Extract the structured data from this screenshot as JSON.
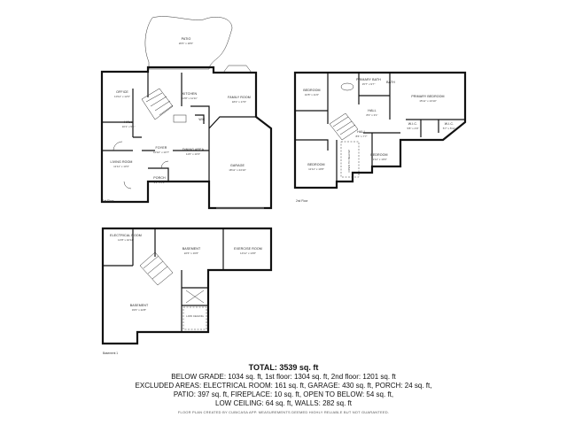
{
  "floors": {
    "first": "1st Floor",
    "second": "2nd Floor",
    "basement": "Basement 1"
  },
  "rooms": {
    "patio": {
      "name": "PATIO",
      "dim": "26'6\" x 18'0\""
    },
    "office": {
      "name": "OFFICE",
      "dim": "10'11\" x 12'6\""
    },
    "kitchen": {
      "name": "KITCHEN",
      "dim": "13'8\" x 11'11\""
    },
    "family_room": {
      "name": "FAMILY ROOM",
      "dim": "18'2\" x 17'0\""
    },
    "hall1": {
      "name": "HALL",
      "dim": "10'1\" x 5'1\""
    },
    "wc": {
      "name": "W/C",
      "dim": ""
    },
    "foyer": {
      "name": "FOYER",
      "dim": "10'10\" x 10'7\""
    },
    "dining": {
      "name": "DINING AREA",
      "dim": "11'6\" x 10'3\""
    },
    "living": {
      "name": "LIVING ROOM",
      "dim": "11'11\" x 13'3\""
    },
    "garage": {
      "name": "GARAGE",
      "dim": "18'11\" x 24'10\""
    },
    "porch": {
      "name": "PORCH",
      "dim": "9'1\" x 4'1\""
    },
    "bedroom_a": {
      "name": "BEDROOM",
      "dim": "10'8\" x 11'6\""
    },
    "primary_bath": {
      "name": "PRIMARY BATH",
      "dim": "15'7\" x 9'7\""
    },
    "bath": {
      "name": "BATH",
      "dim": ""
    },
    "primary_bedroom": {
      "name": "PRIMARY BEDROOM",
      "dim": "15'11\" x 13'10\""
    },
    "hall2": {
      "name": "HALL",
      "dim": "8'3\" x 3'1\""
    },
    "hall3": {
      "name": "HALL",
      "dim": "8'6\" x 7'7\""
    },
    "wic1": {
      "name": "W.I.C.",
      "dim": "5'8\" x 4'9\""
    },
    "wic2": {
      "name": "W.I.C.",
      "dim": "5'7\" x 5'11\""
    },
    "bedroom_b": {
      "name": "BEDROOM",
      "dim": "11'11\" x 10'8\""
    },
    "bedroom_c": {
      "name": "BEDROOM",
      "dim": "11'11\" x 10'0\""
    },
    "open_below": {
      "name": "OPEN TO BELOW",
      "dim": ""
    },
    "electrical": {
      "name": "ELECTRICAL ROOM",
      "dim": "14'8\" x 10'11\""
    },
    "basement": {
      "name": "BASEMENT",
      "dim": "22'6\" x 16'6\""
    },
    "exercise": {
      "name": "EXERCISE ROOM",
      "dim": "14'11\" x 13'8\""
    },
    "basement_main": {
      "name": "BASEMENT",
      "dim": "33'6\" x 22'8\""
    },
    "low_ceiling": {
      "name": "LOW CEILING",
      "dim": ""
    }
  },
  "summary": {
    "total": "TOTAL: 3539 sq. ft",
    "line1": "BELOW GRADE: 1034 sq. ft, 1st floor: 1304 sq. ft, 2nd floor: 1201 sq. ft",
    "line2": "EXCLUDED AREAS: ELECTRICAL ROOM: 161 sq. ft, GARAGE: 430 sq. ft, PORCH: 24 sq. ft,",
    "line3": "PATIO: 397 sq. ft, FIREPLACE: 10 sq. ft, OPEN TO BELOW: 54 sq. ft,",
    "line4": "LOW CEILING: 64 sq. ft, WALLS: 282 sq. ft",
    "credit": "FLOOR PLAN CREATED BY CUBICASA APP. MEASUREMENTS DEEMED HIGHLY RELIABLE BUT NOT GUARANTEED."
  }
}
